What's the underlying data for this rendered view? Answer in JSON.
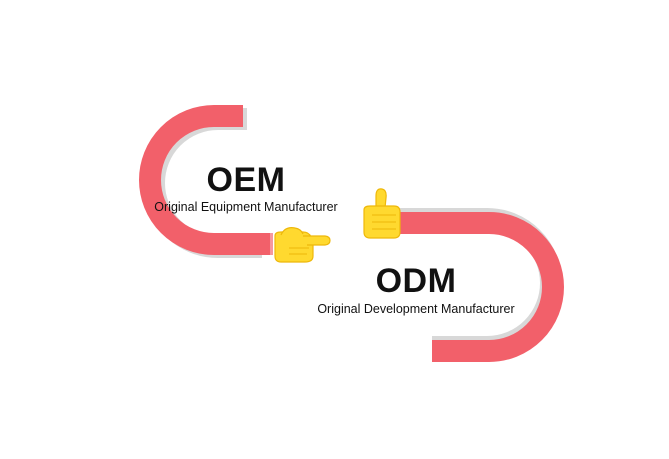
{
  "colors": {
    "arm": "#f2606a",
    "arm_shadow": "#d8d8d8",
    "hand": "#ffd92f",
    "hand_outline": "#eeb80a",
    "text": "#111111"
  },
  "oem": {
    "acronym": "OEM",
    "full_name": "Original Equipment Manufacturer",
    "hand_icon": "pointing-right-hand-icon"
  },
  "odm": {
    "acronym": "ODM",
    "full_name": "Original Development Manufacturer",
    "hand_icon": "thumbs-up-hand-icon"
  }
}
